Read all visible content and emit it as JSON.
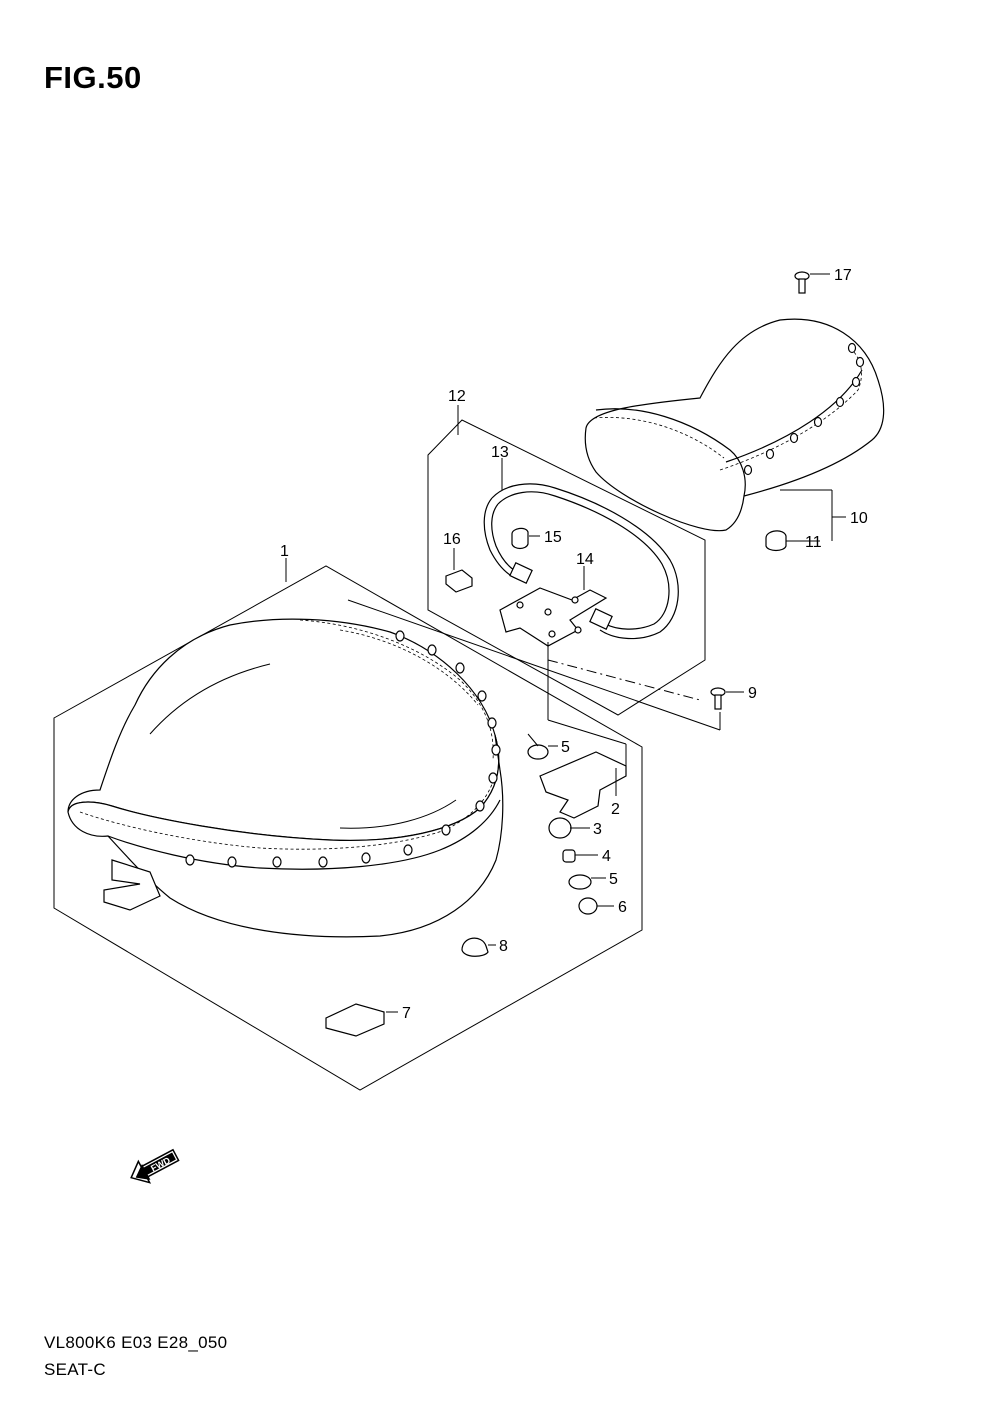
{
  "title": "FIG.50",
  "footer": {
    "code": "VL800K6 E03 E28_050",
    "name": "SEAT-C"
  },
  "fwd_label": "FWD",
  "callouts": {
    "c1": "1",
    "c2": "2",
    "c3": "3",
    "c4": "4",
    "c5a": "5",
    "c5b": "5",
    "c6": "6",
    "c7": "7",
    "c8": "8",
    "c9": "9",
    "c10": "10",
    "c11": "11",
    "c12": "12",
    "c13": "13",
    "c14": "14",
    "c15": "15",
    "c16": "16",
    "c17": "17"
  }
}
